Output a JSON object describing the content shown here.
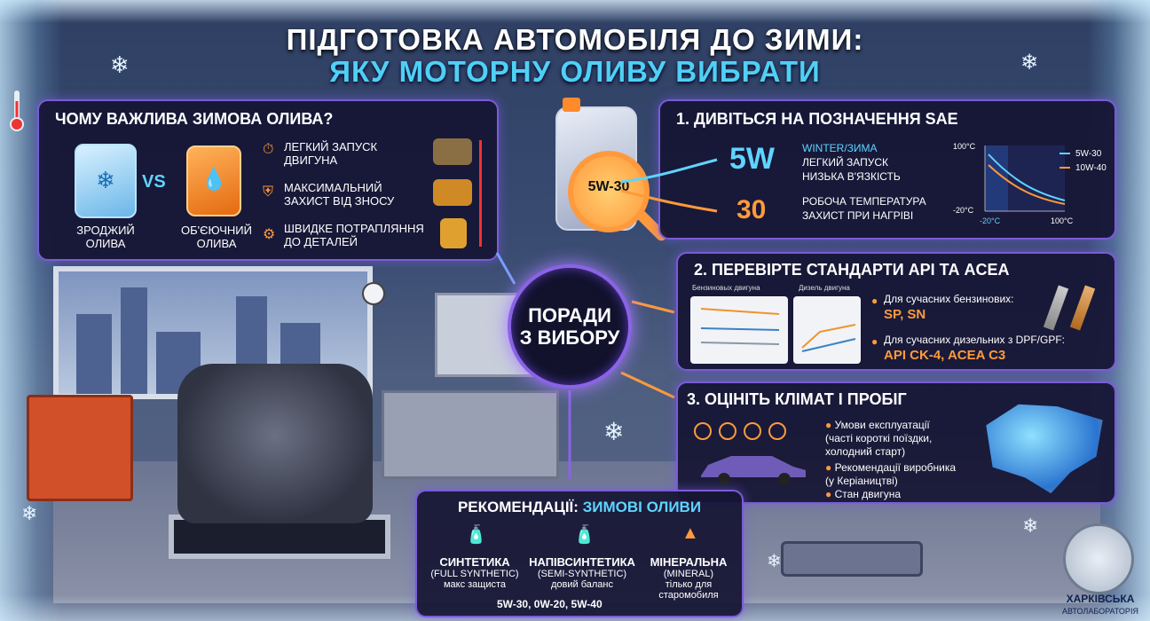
{
  "header": {
    "title_line1": "ПІДГОТОВКА АВТОМОБІЛЯ  ДО ЗИМИ:",
    "title_line2": "ЯКУ МОТОРНУ ОЛИВУ ВИБРАТИ"
  },
  "why": {
    "title": "ЧОМУ ВАЖЛИВА ЗИМОВА ОЛИВА?",
    "left_label": "ЗРОДЖИЙ\nОЛИВА",
    "vs": "VS",
    "right_label": "ОБ'ЄЮЧНИЙ\nОЛИВА",
    "benefits": [
      {
        "text": "ЛЕГКИЙ ЗАПУСК\nДВИГУНА",
        "icon": "stopwatch-icon"
      },
      {
        "text": "МАКСИМАЛЬНИЙ\nЗАХИСТ ВІД ЗНОСУ",
        "icon": "shield-icon"
      },
      {
        "text": "ШВИДКЕ ПОТРАПЛЯННЯ\nДО ДЕТАЛЕЙ",
        "icon": "flow-icon"
      }
    ]
  },
  "sae": {
    "title": "1. ДИВІТЬСЯ НА ПОЗНАЧЕННЯ SAE",
    "badge": "5W-30",
    "w_code": "5W",
    "w_notes": [
      "WINTER/ЗИМА",
      "ЛЕГКИЙ ЗАПУСК",
      "НИЗЬКА В'ЯЗКІСТЬ"
    ],
    "num_code": "30",
    "num_notes": [
      "РОБОЧА ТЕМПЕРАТУРА",
      "ЗАХИСТ ПРИ НАГРІВІ"
    ],
    "chart": {
      "y_top": "100°C",
      "y_bottom": "-20°C",
      "x_left": "-20°C",
      "x_right": "100°C",
      "series": [
        {
          "name": "5W-30",
          "color": "#5fd4ff"
        },
        {
          "name": "10W-40",
          "color": "#ff9a3c"
        }
      ]
    }
  },
  "hub": {
    "line1": "ПОРАДИ",
    "line2": "З ВИБОРУ"
  },
  "standards": {
    "title": "2. ПЕРЕВІРТЕ СТАНДАРТИ API ТА ACEA",
    "chart1_title": "Бензиновых двигуна",
    "chart2_title": "Дизель двигуна",
    "gas_note": "Для сучасних бензинових:",
    "gas_value": "SP, SN",
    "diesel_note": "Для сучасних дизельних з DPF/GPF:",
    "diesel_value": "API CK-4, ACEA C3"
  },
  "climate": {
    "title": "3. ОЦІНІТЬ КЛІМАТ І ПРОБІГ",
    "items": [
      "Умови експлуатації\n(часті короткі поїздки,\nхолодний старт)",
      "Рекомендації виробника\n(у Керіаництві)",
      "Стан двигуна"
    ]
  },
  "recommend": {
    "title_prefix": "РЕКОМЕНДАЦІЇ:",
    "title_highlight": "ЗИМОВІ ОЛИВИ",
    "types": [
      {
        "name": "СИНТЕТИКА",
        "sub": "(FULL SYNTHETIC)",
        "desc": "макс защиста"
      },
      {
        "name": "НАПІВСИНТЕТИКА",
        "sub": "(SEMI-SYNTHETIC)",
        "desc": "довий баланс"
      },
      {
        "name": "МІНЕРАЛЬНА",
        "sub": "(MINERAL)",
        "desc": "тілько для\nстаромобиля"
      }
    ],
    "grades": "5W-30, 0W-20, 5W-40"
  },
  "brand": {
    "line1": "ХАРКІВСЬКА",
    "line2": "АВТОЛАБОРАТОРІЯ"
  },
  "colors": {
    "accent": "#7a5cd6",
    "cyan": "#5fd4ff",
    "orange": "#ff9a3c"
  }
}
